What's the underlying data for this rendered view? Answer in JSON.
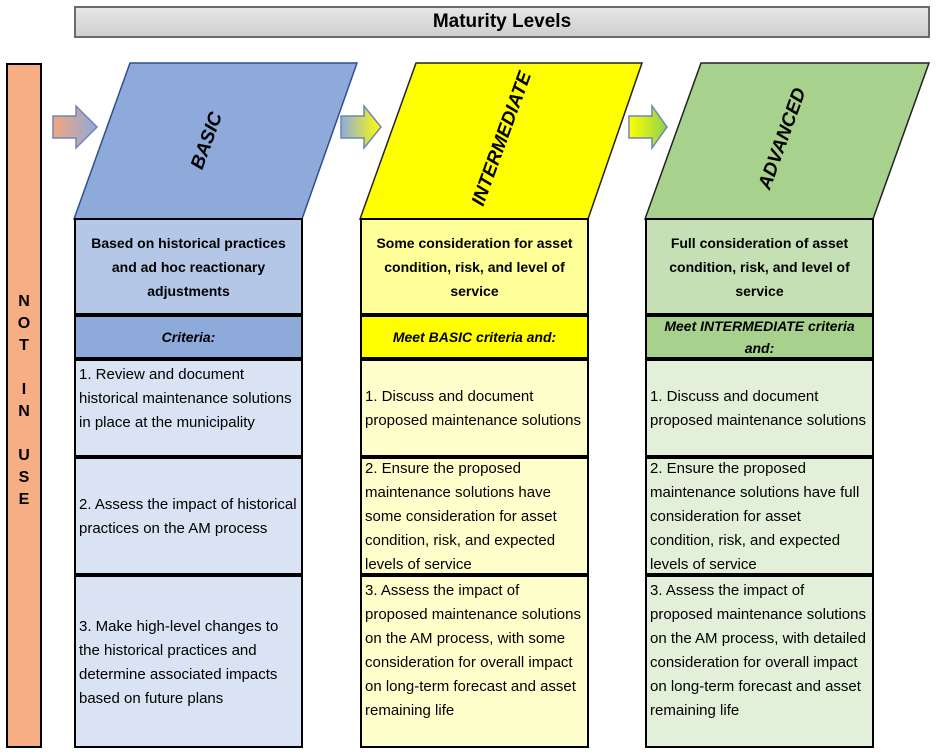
{
  "title": "Maturity Levels",
  "side_label": [
    "N",
    "O",
    "T",
    "",
    "I",
    "N",
    "",
    "U",
    "S",
    "E"
  ],
  "colors": {
    "basic_head": "#8eaadb",
    "basic_desc": "#b4c7e7",
    "basic_body": "#dae3f3",
    "intermediate_head": "#ffff00",
    "intermediate_desc": "#ffff99",
    "intermediate_body": "#ffffcc",
    "advanced_head": "#a9d18e",
    "advanced_desc": "#c5e0b4",
    "advanced_body": "#e2f0d9",
    "not_in_use": "#f7ae84"
  },
  "levels": [
    {
      "name": "BASIC",
      "description": "Based on historical practices and ad hoc reactionary adjustments",
      "criteria": "Criteria:",
      "items": [
        "1. Review and document historical maintenance solutions in place at the municipality",
        "2. Assess the impact of historical practices on the AM process",
        "3. Make high-level changes to the historical practices and determine associated impacts based on future plans"
      ]
    },
    {
      "name": "INTERMEDIATE",
      "description": "Some consideration for asset condition, risk, and level of service",
      "criteria": "Meet BASIC criteria and:",
      "items": [
        "1. Discuss and document proposed maintenance solutions",
        "2. Ensure the proposed maintenance solutions have some consideration for asset condition, risk, and expected levels of service",
        "3. Assess the impact of proposed maintenance solutions on the AM process, with some consideration for overall impact on long-term forecast and asset remaining life"
      ]
    },
    {
      "name": "ADVANCED",
      "description": "Full consideration of asset condition, risk, and level of service",
      "criteria": "Meet INTERMEDIATE criteria and:",
      "items": [
        "1. Discuss and document proposed maintenance solutions",
        "2. Ensure the proposed maintenance solutions have full consideration for asset condition, risk, and expected levels of service",
        "3. Assess the impact of proposed maintenance solutions on the AM process, with detailed consideration for overall impact on long-term forecast and asset remaining life"
      ]
    }
  ]
}
